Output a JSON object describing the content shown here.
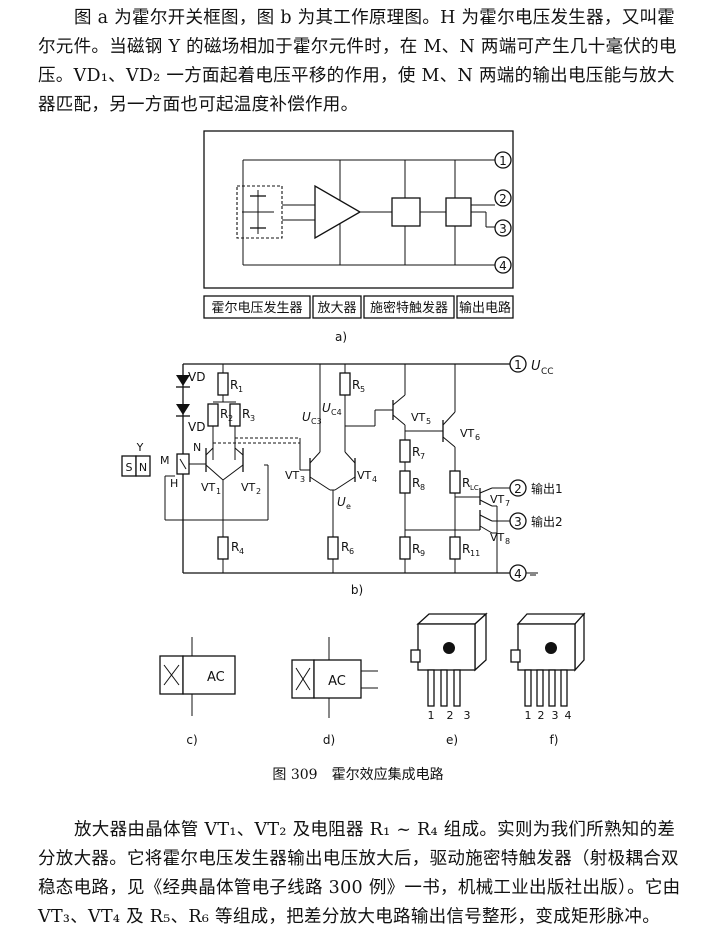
{
  "text": {
    "para1": "图 a 为霍尔开关框图，图 b 为其工作原理图。H 为霍尔电压发生器，又叫霍尔元件。当磁钢 Y 的磁场相加于霍尔元件时，在 M、N 两端可产生几十毫伏的电压。VD₁、VD₂ 一方面起着电压平移的作用，使 M、N 两端的输出电压能与放大器匹配，另一方面也可起温度补偿作用。",
    "para2": "放大器由晶体管 VT₁、VT₂ 及电阻器 R₁ ~ R₄ 组成。实则为我们所熟知的差分放大器。它将霍尔电压发生器输出电压放大后，驱动施密特触发器（射极耦合双稳态电路，见《经典晶体管电子线路 300 例》一书，机械工业出版社出版）。它由 VT₃、VT₄ 及 R₅、R₆ 等组成，把差分放大电路输出信号整形，变成矩形脉冲。"
  },
  "figure_a": {
    "pins": [
      "1",
      "2",
      "3",
      "4"
    ],
    "blocks": [
      "霍尔电压发生器",
      "放大器",
      "施密特触发器",
      "输出电路"
    ],
    "caption": "a)"
  },
  "figure_b": {
    "supply": "U",
    "supply_sub": "CC",
    "labels": {
      "vd1": "VD",
      "vd2": "VD",
      "r1": "R",
      "r1s": "1",
      "r2": "R",
      "r2s": "2",
      "r3": "R",
      "r3s": "3",
      "r4": "R",
      "r4s": "4",
      "r5": "R",
      "r5s": "5",
      "r6": "R",
      "r6s": "6",
      "r7": "R",
      "r7s": "7",
      "r8": "R",
      "r8s": "8",
      "r9": "R",
      "r9s": "9",
      "r11": "R",
      "r11s": "11",
      "rlc": "R",
      "rlcs": "LC",
      "uc3": "U",
      "uc3s": "C3",
      "uc4": "U",
      "uc4s": "C4",
      "ue": "U",
      "ues": "e",
      "vt1": "VT",
      "vt1s": "1",
      "vt2": "VT",
      "vt2s": "2",
      "vt3": "VT",
      "vt3s": "3",
      "vt4": "VT",
      "vt4s": "4",
      "vt5": "VT",
      "vt5s": "5",
      "vt6": "VT",
      "vt6s": "6",
      "vt7": "VT",
      "vt7s": "7",
      "vt8": "VT",
      "vt8s": "8",
      "y": "Y",
      "s": "S",
      "n": "N",
      "m": "M",
      "nn": "N",
      "h": "H",
      "out1": "输出1",
      "out2": "输出2"
    },
    "pins": [
      "1",
      "2",
      "3",
      "4"
    ],
    "caption": "b)"
  },
  "figure_c": {
    "label": "AC",
    "caption": "c)"
  },
  "figure_d": {
    "label": "AC",
    "caption": "d)"
  },
  "figure_e": {
    "pins": [
      "1",
      "2",
      "3"
    ],
    "caption": "e)"
  },
  "figure_f": {
    "pins": [
      "1",
      "2",
      "3",
      "4"
    ],
    "caption": "f)"
  },
  "figure_caption": "图 309　霍尔效应集成电路"
}
